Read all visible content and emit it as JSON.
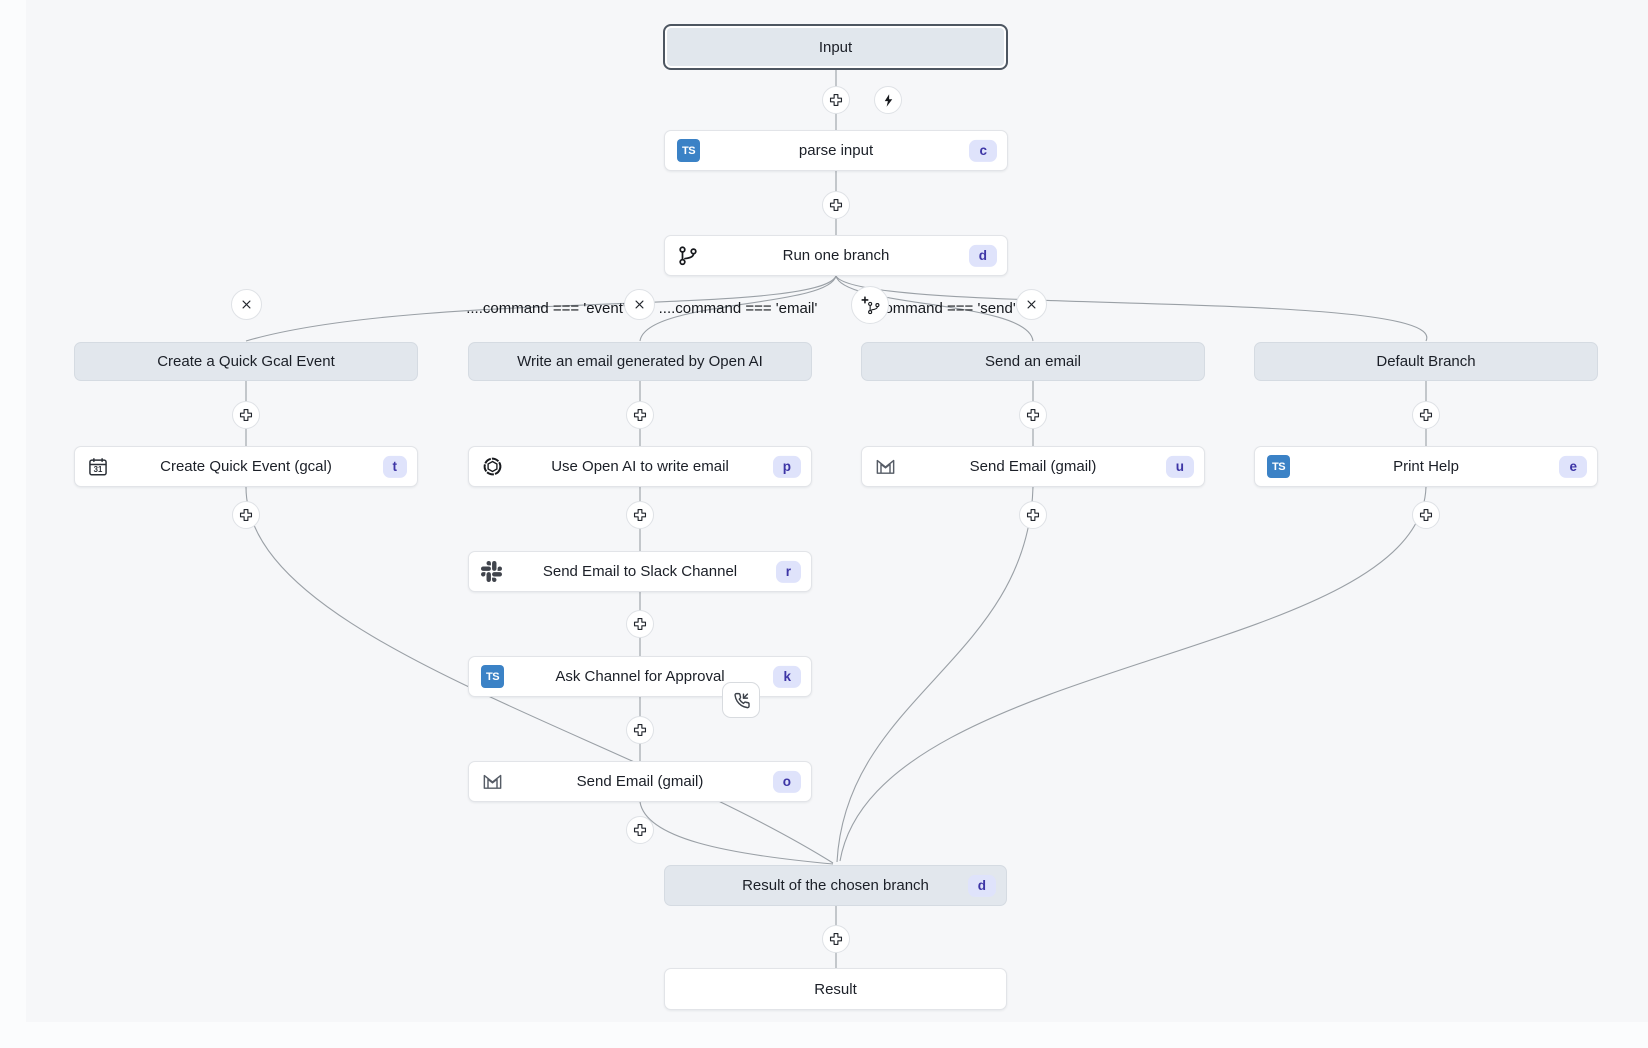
{
  "flow": {
    "input": {
      "label": "Input"
    },
    "parse_step": {
      "label": "parse input",
      "badge": "c",
      "icon": "typescript-icon"
    },
    "branch_step": {
      "label": "Run one branch",
      "badge": "d",
      "icon": "git-branch-icon"
    },
    "conditions": [
      {
        "label": "....command === 'event'"
      },
      {
        "label": "....command === 'email'"
      },
      {
        "label": "....command === 'send'"
      }
    ],
    "branches": [
      {
        "header": "Create a Quick Gcal Event",
        "steps": [
          {
            "label": "Create Quick Event (gcal)",
            "badge": "t",
            "icon": "gcal-icon"
          }
        ]
      },
      {
        "header": "Write an email generated by Open AI",
        "steps": [
          {
            "label": "Use Open AI to write email",
            "badge": "p",
            "icon": "openai-icon"
          },
          {
            "label": "Send Email to Slack Channel",
            "badge": "r",
            "icon": "slack-icon"
          },
          {
            "label": "Ask Channel for Approval",
            "badge": "k",
            "icon": "typescript-icon",
            "suspend_icon": "phone-incoming-icon"
          },
          {
            "label": "Send Email (gmail)",
            "badge": "o",
            "icon": "gmail-icon"
          }
        ]
      },
      {
        "header": "Send an email",
        "steps": [
          {
            "label": "Send Email (gmail)",
            "badge": "u",
            "icon": "gmail-icon"
          }
        ]
      },
      {
        "header": "Default Branch",
        "steps": [
          {
            "label": "Print Help",
            "badge": "e",
            "icon": "typescript-icon"
          }
        ]
      }
    ],
    "result_of_branch": {
      "label": "Result of the chosen branch",
      "badge": "d"
    },
    "result": {
      "label": "Result"
    },
    "ts_icon_text": "TS",
    "gcal_icon_text": "31",
    "colors": {
      "badge_bg": "#dfe3fb",
      "badge_text": "#3d35a6",
      "ts_blue": "#3b82c6",
      "virtual_node_bg": "#e2e7ed",
      "selected_border": "#4d5661",
      "edge": "#9aa0a6",
      "canvas_bg": "#f6f7f9"
    }
  }
}
